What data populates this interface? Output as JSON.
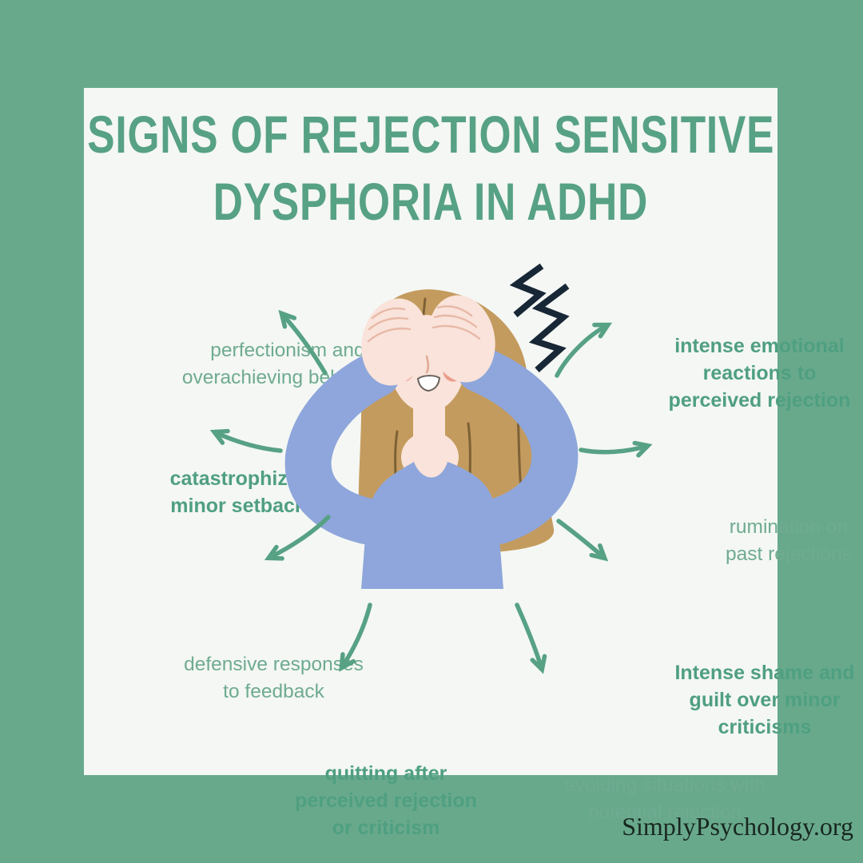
{
  "title": {
    "line1": "SIGNS OF REJECTION SENSITIVE",
    "line2": "DYSPHORIA IN ADHD"
  },
  "signs": [
    {
      "id": "perfectionism",
      "text": "perfectionism and overachieving behaviors",
      "emphasis": false,
      "lines": [
        "perfectionism and",
        "overachieving behaviors"
      ]
    },
    {
      "id": "intense-emotional-reactions",
      "text": "intense emotional reactions to perceived rejection",
      "emphasis": true,
      "lines": [
        "intense emotional",
        "reactions to",
        "perceived rejection"
      ]
    },
    {
      "id": "catastrophizing",
      "text": "catastrophizing minor setbacks",
      "emphasis": true,
      "lines": [
        "catastrophizing",
        "minor setbacks"
      ]
    },
    {
      "id": "rumination",
      "text": "rumination on past rejections",
      "emphasis": false,
      "lines": [
        "rumination on",
        "past rejections"
      ]
    },
    {
      "id": "defensive-responses",
      "text": "defensive responses to feedback",
      "emphasis": false,
      "lines": [
        "defensive responses",
        "to feedback"
      ]
    },
    {
      "id": "intense-shame",
      "text": "Intense shame and guilt over minor criticisms",
      "emphasis": true,
      "lines": [
        "Intense shame and",
        "guilt over minor",
        "criticisms"
      ]
    },
    {
      "id": "quitting",
      "text": "quitting after perceived rejection or criticism",
      "emphasis": true,
      "lines": [
        "quitting after",
        "perceived rejection",
        "or criticism"
      ]
    },
    {
      "id": "avoiding-situations",
      "text": "avoiding situations with potential rejection",
      "emphasis": false,
      "lines": [
        "avoiding situations with",
        "potential rejection"
      ]
    }
  ],
  "illustration": {
    "description": "stressed woman holding her head with lightning bolts of distress"
  },
  "watermark": {
    "text": "SimplyPsychology.org"
  },
  "colors": {
    "bg": "#68a98c",
    "card": "#f4f7f4",
    "accent": "#57a185",
    "label-regular": "#6fab90",
    "label-bold": "#4f9f81",
    "ink": "#182720",
    "sweater": "#8ea6db",
    "skin": "#f9e3da",
    "hair": "#c49b5e",
    "blush": "#eb9d8b",
    "lightning": "#182736"
  }
}
